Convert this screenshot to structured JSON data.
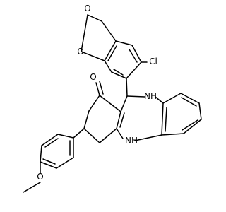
{
  "molecule": {
    "atoms": {
      "o_ring1": "O",
      "o_ring2": "O",
      "cl": "Cl",
      "o_ketone": "O",
      "nh_top": "NH",
      "nh_bottom": "NH",
      "o_methoxy": "O"
    },
    "colors": {
      "bond": "#000000",
      "label": "#000000",
      "background": "#ffffff"
    }
  }
}
